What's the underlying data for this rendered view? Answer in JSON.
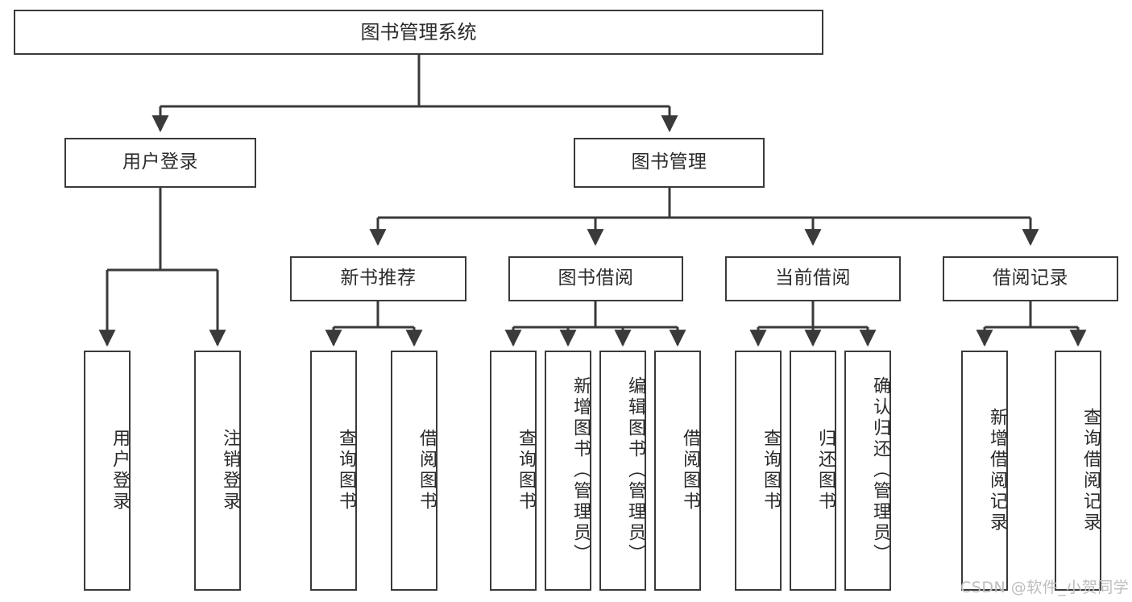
{
  "diagram": {
    "type": "tree",
    "title": "图书管理系统",
    "watermark": "CSDN @软件_小贺同学",
    "edge_color": "#3a3a3a",
    "box_border_color": "#3a3a3a",
    "background": "#ffffff",
    "levels": 4
  },
  "nodes": {
    "root": {
      "label": "图书管理系统",
      "level": 1
    },
    "l2": [
      {
        "id": "user-login",
        "label": "用户登录",
        "level": 2
      },
      {
        "id": "book-manage",
        "label": "图书管理",
        "level": 2
      }
    ],
    "l3": [
      {
        "id": "new-book-recommend",
        "label": "新书推荐",
        "level": 3,
        "parent": "book-manage"
      },
      {
        "id": "book-borrow",
        "label": "图书借阅",
        "level": 3,
        "parent": "book-manage"
      },
      {
        "id": "current-borrow",
        "label": "当前借阅",
        "level": 3,
        "parent": "book-manage"
      },
      {
        "id": "borrow-record",
        "label": "借阅记录",
        "level": 3,
        "parent": "book-manage"
      }
    ],
    "leaves": [
      {
        "id": "leaf-user-login",
        "label": "用户登录",
        "parent": "user-login"
      },
      {
        "id": "leaf-user-logout",
        "label": "注销登录",
        "parent": "user-login"
      },
      {
        "id": "leaf-query-book-1",
        "label": "查询图书",
        "parent": "new-book-recommend"
      },
      {
        "id": "leaf-borrow-book-1",
        "label": "借阅图书",
        "parent": "new-book-recommend"
      },
      {
        "id": "leaf-query-book-2",
        "label": "查询图书",
        "parent": "book-borrow"
      },
      {
        "id": "leaf-add-book",
        "label": "新增图书（管理员）",
        "parent": "book-borrow"
      },
      {
        "id": "leaf-edit-book",
        "label": "编辑图书（管理员）",
        "parent": "book-borrow"
      },
      {
        "id": "leaf-borrow-book-2",
        "label": "借阅图书",
        "parent": "book-borrow"
      },
      {
        "id": "leaf-query-book-3",
        "label": "查询图书",
        "parent": "current-borrow"
      },
      {
        "id": "leaf-return-book",
        "label": "归还图书",
        "parent": "current-borrow"
      },
      {
        "id": "leaf-confirm-return",
        "label": "确认归还（管理员）",
        "parent": "current-borrow"
      },
      {
        "id": "leaf-add-borrow-record",
        "label": "新增借阅记录",
        "parent": "borrow-record"
      },
      {
        "id": "leaf-query-borrow-record",
        "label": "查询借阅记录",
        "parent": "borrow-record"
      }
    ]
  }
}
